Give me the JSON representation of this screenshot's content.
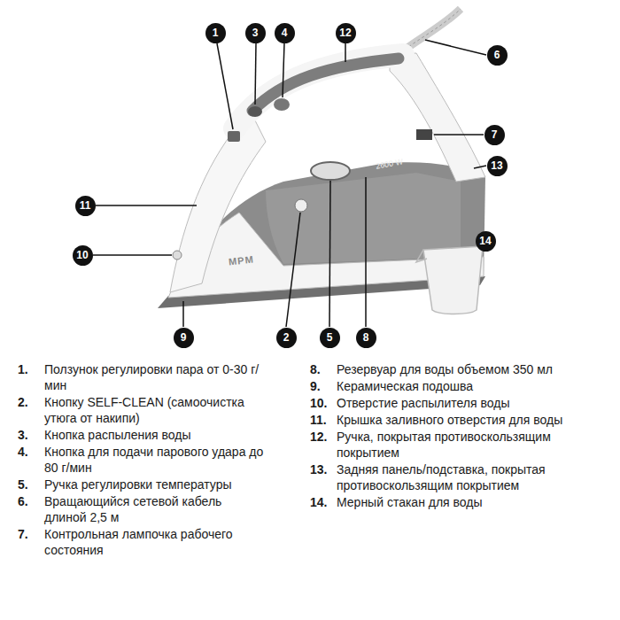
{
  "diagram": {
    "labels": [
      "1",
      "3",
      "4",
      "12",
      "6",
      "7",
      "13",
      "11",
      "10",
      "14",
      "9",
      "2",
      "5",
      "8",
      "MPM",
      "2600 W",
      "1.",
      "Ползунок регулировки пара от 0-30 г/мин",
      "2.",
      "Кнопку SELF-CLEAN (самоочистка утюга от накипи)",
      "3.",
      "Кнопка распыления воды",
      "4.",
      "Кнопка для подачи парового удара до 80 г/мин",
      "5.",
      "Ручка регулировки температуры",
      "6.",
      "Вращающийся сетевой кабель длиной 2,5 м",
      "7.",
      "Контрольная лампочка рабочего состояния",
      "8.",
      "Резервуар для воды объемом 350 мл",
      "9.",
      "Керамическая подошва",
      "10.",
      "Отверстие распылителя воды",
      "11.",
      "Крышка заливного отверстия для воды",
      "12.",
      "Ручка, покрытая противоскользящим покрытием",
      "13.",
      "Задняя панель/подставка, покрытая противоскользящим покрытием",
      "14.",
      "Мерный стакан для воды"
    ]
  }
}
